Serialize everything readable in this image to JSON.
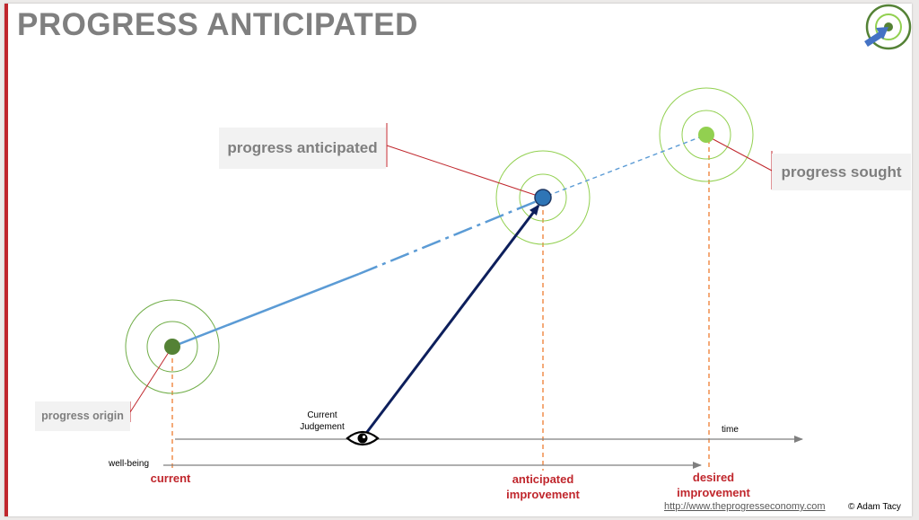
{
  "title": "PROGRESS ANTICIPATED",
  "callouts": {
    "anticipated": "progress anticipated",
    "sought": "progress sought",
    "origin": "progress origin"
  },
  "axis_labels": {
    "current": "current",
    "anticipated_line1": "anticipated",
    "anticipated_line2": "improvement",
    "desired_line1": "desired",
    "desired_line2": "improvement",
    "wellbeing": "well-being",
    "time": "time",
    "judgement_line1": "Current",
    "judgement_line2": "Judgement"
  },
  "footer": {
    "url": "http://www.theprogresseconomy.com",
    "copyright": "© Adam Tacy"
  },
  "colors": {
    "accent_red": "#c0272d",
    "title_gray": "#7f7f7f",
    "ring_green": "#70ad47",
    "dot_dark_green": "#548235",
    "dot_light_green": "#92d050",
    "dot_blue": "#2e75b6",
    "line_blue": "#5b9bd5",
    "arrow_navy": "#0d1f5c",
    "guide_orange": "#ed7d31"
  },
  "icons": {
    "logo": "target-with-arrow-icon",
    "viewpoint": "eye-icon"
  }
}
